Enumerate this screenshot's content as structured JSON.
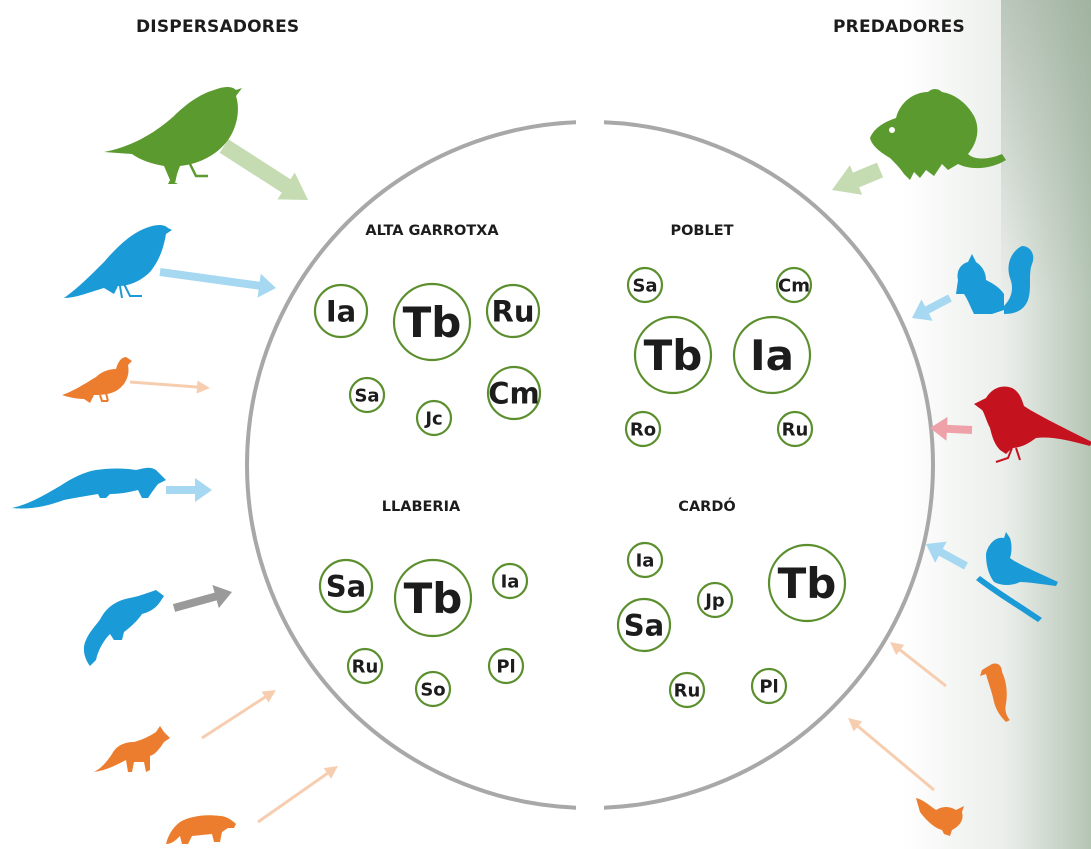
{
  "headings": {
    "dispersers": "DISPERSADORES",
    "predators": "PREDADORES"
  },
  "sites": [
    {
      "name": "ALTA GARROTXA",
      "species": [
        {
          "code": "Ia",
          "size": "large"
        },
        {
          "code": "Tb",
          "size": "xlarge"
        },
        {
          "code": "Ru",
          "size": "large"
        },
        {
          "code": "Sa",
          "size": "small"
        },
        {
          "code": "Jc",
          "size": "small"
        },
        {
          "code": "Cm",
          "size": "large"
        }
      ]
    },
    {
      "name": "POBLET",
      "species": [
        {
          "code": "Sa",
          "size": "small"
        },
        {
          "code": "Cm",
          "size": "small"
        },
        {
          "code": "Tb",
          "size": "xlarge"
        },
        {
          "code": "Ia",
          "size": "xlarge"
        },
        {
          "code": "Ro",
          "size": "small"
        },
        {
          "code": "Ru",
          "size": "small"
        }
      ]
    },
    {
      "name": "LLABERIA",
      "species": [
        {
          "code": "Sa",
          "size": "large"
        },
        {
          "code": "Tb",
          "size": "xlarge"
        },
        {
          "code": "Ia",
          "size": "small"
        },
        {
          "code": "Ru",
          "size": "small"
        },
        {
          "code": "So",
          "size": "small"
        },
        {
          "code": "Pl",
          "size": "small"
        }
      ]
    },
    {
      "name": "CARDÓ",
      "species": [
        {
          "code": "Ia",
          "size": "small"
        },
        {
          "code": "Tb",
          "size": "xlarge"
        },
        {
          "code": "Sa",
          "size": "large"
        },
        {
          "code": "Jp",
          "size": "small"
        },
        {
          "code": "Ru",
          "size": "small"
        },
        {
          "code": "Pl",
          "size": "small"
        }
      ]
    }
  ],
  "dispersers": [
    {
      "icon": "thrush-bird-icon",
      "color": "#5b9a2f",
      "arrow_color": "#c5dbb2",
      "arrow_weight": "thick"
    },
    {
      "icon": "jay-bird-icon",
      "color": "#1a9ad6",
      "arrow_color": "#a6d8f2",
      "arrow_weight": "medium"
    },
    {
      "icon": "pigeon-icon",
      "color": "#ec7d2f",
      "arrow_color": "#f7cdb0",
      "arrow_weight": "thin"
    },
    {
      "icon": "marten-icon",
      "color": "#1a9ad6",
      "arrow_color": "#a6d8f2",
      "arrow_weight": "medium"
    },
    {
      "icon": "stone-marten-icon",
      "color": "#1a9ad6",
      "arrow_color": "#9a9a9a",
      "arrow_weight": "medium"
    },
    {
      "icon": "fox-icon",
      "color": "#ec7d2f",
      "arrow_color": "#f7cdb0",
      "arrow_weight": "thin"
    },
    {
      "icon": "badger-icon",
      "color": "#ec7d2f",
      "arrow_color": "#f7cdb0",
      "arrow_weight": "thin"
    }
  ],
  "predators": [
    {
      "icon": "mouse-icon",
      "color": "#5b9a2f",
      "arrow_color": "#c5dbb2",
      "arrow_weight": "thick"
    },
    {
      "icon": "squirrel-icon",
      "color": "#1a9ad6",
      "arrow_color": "#a6d8f2",
      "arrow_weight": "medium"
    },
    {
      "icon": "crossbill-bird-icon",
      "color": "#c4121f",
      "arrow_color": "#eea1a8",
      "arrow_weight": "medium"
    },
    {
      "icon": "tit-bird-icon",
      "color": "#1a9ad6",
      "arrow_color": "#a6d8f2",
      "arrow_weight": "medium"
    },
    {
      "icon": "woodpecker-icon",
      "color": "#ec7d2f",
      "arrow_color": "#f7cdb0",
      "arrow_weight": "thin"
    },
    {
      "icon": "wren-bird-icon",
      "color": "#ec7d2f",
      "arrow_color": "#f7cdb0",
      "arrow_weight": "thin"
    }
  ],
  "colors": {
    "outer_ring": "#a8a8a8",
    "species_circle_stroke": "#5b8f2e",
    "text": "#1c1c1c"
  }
}
